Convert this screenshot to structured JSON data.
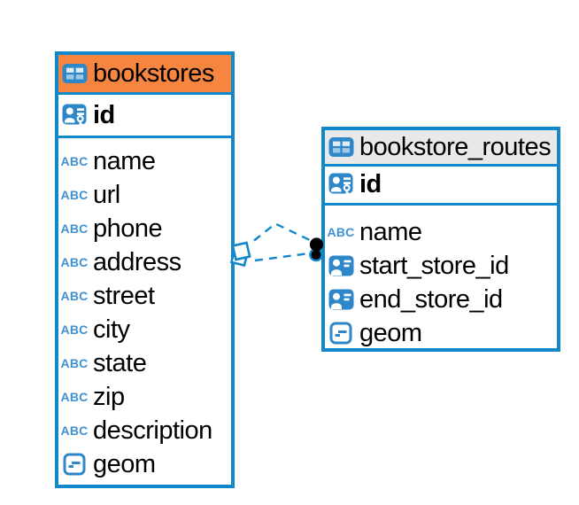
{
  "colors": {
    "table_border_blue": "#1288ca",
    "icon_blue": "#2e87c9",
    "abc_icon_blue": "#4191d1",
    "bookstores_header_orange": "#f6863f",
    "routes_header_gray": "#e9e9e9",
    "connector_blue": "#1288ca",
    "text": "#000000"
  },
  "icons": {
    "text_type_glyph": "ABC"
  },
  "tables": [
    {
      "title": "bookstores",
      "header_style": "orange",
      "primary_key": {
        "name": "id",
        "icon": "primary-key-icon"
      },
      "columns": [
        {
          "name": "name",
          "icon": "text-type-icon"
        },
        {
          "name": "url",
          "icon": "text-type-icon"
        },
        {
          "name": "phone",
          "icon": "text-type-icon"
        },
        {
          "name": "address",
          "icon": "text-type-icon"
        },
        {
          "name": "street",
          "icon": "text-type-icon"
        },
        {
          "name": "city",
          "icon": "text-type-icon"
        },
        {
          "name": "state",
          "icon": "text-type-icon"
        },
        {
          "name": "zip",
          "icon": "text-type-icon"
        },
        {
          "name": "description",
          "icon": "text-type-icon"
        },
        {
          "name": "geom",
          "icon": "geometry-type-icon"
        }
      ]
    },
    {
      "title": "bookstore_routes",
      "header_style": "gray",
      "primary_key": {
        "name": "id",
        "icon": "primary-key-icon"
      },
      "columns": [
        {
          "name": "name",
          "icon": "text-type-icon"
        },
        {
          "name": "start_store_id",
          "icon": "foreign-key-icon"
        },
        {
          "name": "end_store_id",
          "icon": "foreign-key-icon"
        },
        {
          "name": "geom",
          "icon": "geometry-type-icon"
        }
      ]
    }
  ],
  "relationships": [
    {
      "from": "bookstore_routes.start_store_id",
      "to": "bookstores.id",
      "line_style": "dashed"
    },
    {
      "from": "bookstore_routes.end_store_id",
      "to": "bookstores.id",
      "line_style": "dashed"
    }
  ]
}
